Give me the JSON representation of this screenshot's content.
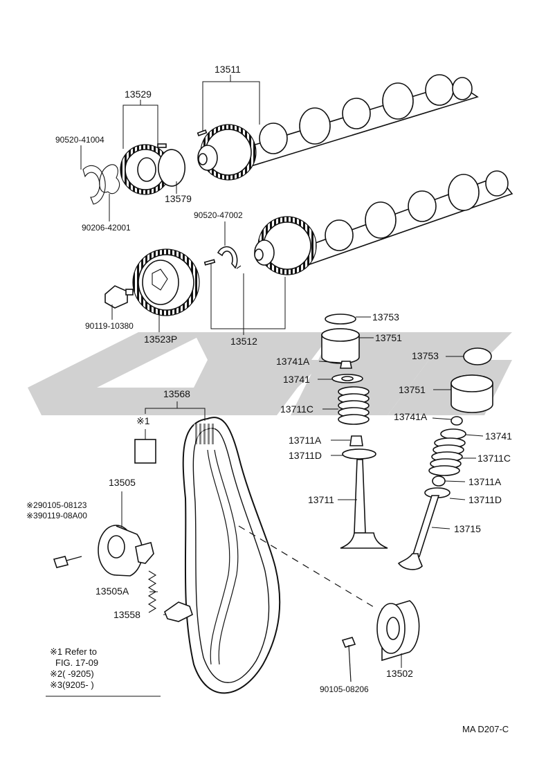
{
  "labels": {
    "camshaft_assy": "13511",
    "camshaft_gear_sub": "13529",
    "snap_ring": "90520-41004",
    "wave_washer": "90206-42001",
    "gear_ring": "13579",
    "snap_ring_2": "90520-47002",
    "bolt_pulley": "90119-10380",
    "camshaft_pulley": "13523P",
    "camshaft_2": "13512",
    "shim_1": "13753",
    "lifter_1": "13751",
    "retainer_lock_1": "13741A",
    "retainer_1": "13741",
    "spring_1": "13711C",
    "seal_1": "13711A",
    "seat_1": "13711D",
    "valve_intake": "13711",
    "shim_2": "13753",
    "lifter_2": "13751",
    "retainer_lock_2": "13741A",
    "retainer_2": "13741",
    "spring_2": "13711C",
    "seal_2": "13711A",
    "seat_2": "13711D",
    "valve_exhaust": "13715",
    "timing_belt": "13568",
    "ref_mark": "※1",
    "tensioner": "13505",
    "bolt_a": "※290105-08123",
    "bolt_b": "※390119-08A00",
    "tension_spring": "13505A",
    "bracket": "13558",
    "idler": "13502",
    "bolt_idler": "90105-08206",
    "drawing_no": "MA D207-C"
  },
  "notes": {
    "n1_mark": "※1",
    "n1_text": "Refer to",
    "n1_text2": "FIG. 17-09",
    "n2_mark": "※2",
    "n2_text": "(      -9205)",
    "n3_mark": "※3",
    "n3_text": "(9205-       )"
  },
  "colors": {
    "line": "#111111",
    "watermark": "#c9c9c9"
  },
  "icons": {
    "watermark": "ghost-logo-watermark"
  }
}
